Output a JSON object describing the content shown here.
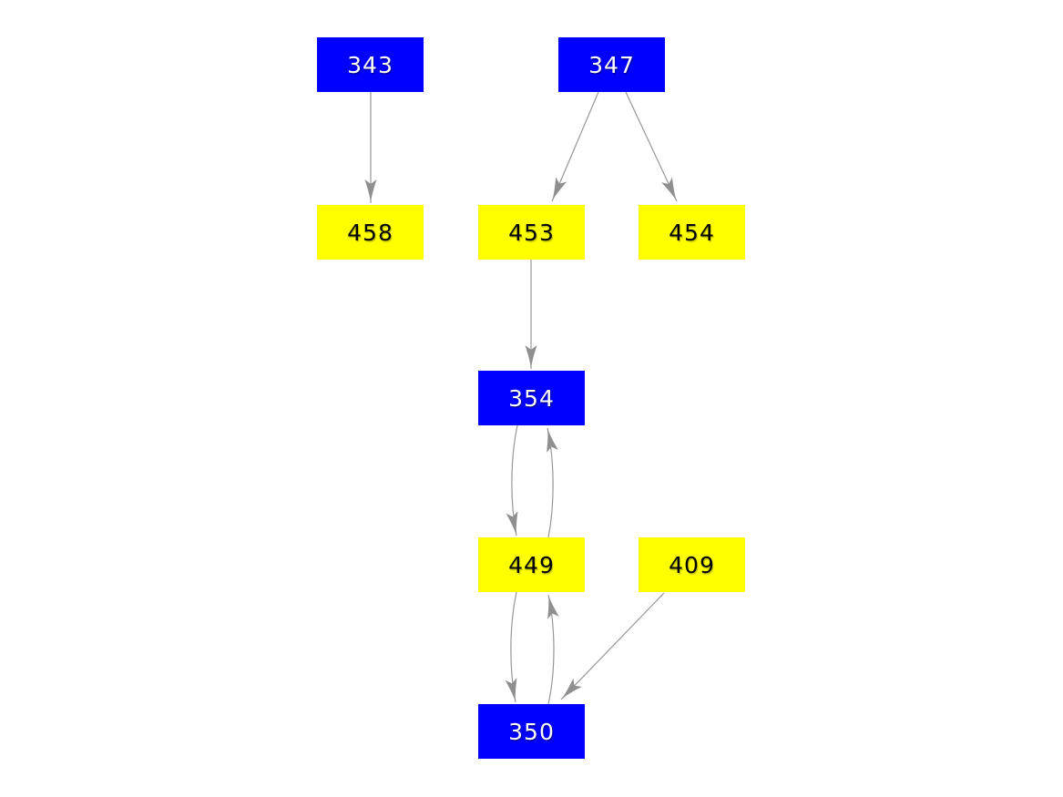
{
  "colors": {
    "background": "#ffffff",
    "node_blue": "#0000ff",
    "node_yellow": "#ffff00",
    "text_on_blue": "#ffffff",
    "text_on_yellow": "#000000",
    "edge": "#979797",
    "arrowhead": "#8f8f8f"
  },
  "graph": {
    "type": "directed-graph",
    "nodes": [
      {
        "id": "343",
        "label": "343",
        "color": "blue"
      },
      {
        "id": "347",
        "label": "347",
        "color": "blue"
      },
      {
        "id": "458",
        "label": "458",
        "color": "yellow"
      },
      {
        "id": "453",
        "label": "453",
        "color": "yellow"
      },
      {
        "id": "454",
        "label": "454",
        "color": "yellow"
      },
      {
        "id": "354",
        "label": "354",
        "color": "blue"
      },
      {
        "id": "449",
        "label": "449",
        "color": "yellow"
      },
      {
        "id": "409",
        "label": "409",
        "color": "yellow"
      },
      {
        "id": "350",
        "label": "350",
        "color": "blue"
      }
    ],
    "edges": [
      {
        "from": "343",
        "to": "458"
      },
      {
        "from": "347",
        "to": "453"
      },
      {
        "from": "347",
        "to": "454"
      },
      {
        "from": "453",
        "to": "354"
      },
      {
        "from": "354",
        "to": "449"
      },
      {
        "from": "449",
        "to": "354"
      },
      {
        "from": "449",
        "to": "350"
      },
      {
        "from": "350",
        "to": "449"
      },
      {
        "from": "409",
        "to": "350"
      }
    ]
  }
}
